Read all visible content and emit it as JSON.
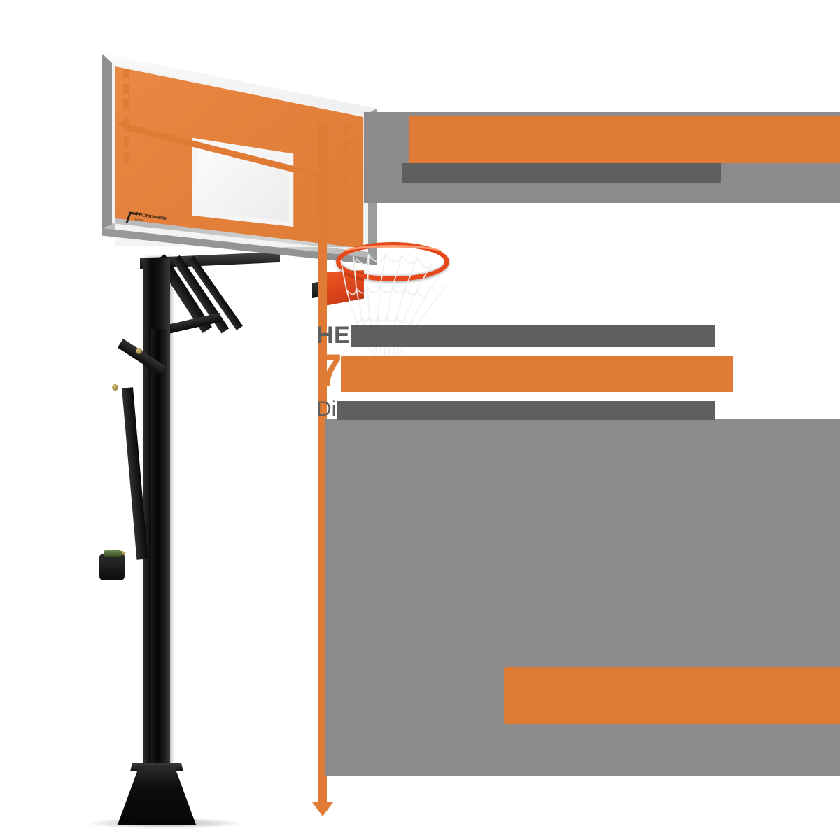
{
  "page": {
    "title": "Basketball Hoop Specification Graphic",
    "background_color": "#ffffff"
  },
  "colors": {
    "accent_orange": "#e07b36",
    "glass_orange": "#e4813c",
    "rim_orange": "#e4481b",
    "text_gray": "#5e6060",
    "backdrop_gray": "#8c8a8a",
    "frame_silver": "#cfcfcf",
    "pole_black": "#0d0d0d"
  },
  "product": {
    "name": "in-ground-basketball-hoop",
    "backboard": {
      "name": "tempered-glass-backboard",
      "brand_logo": {
        "primary": "PROformance",
        "secondary": "hoops"
      },
      "shooters_square": "shooters-square"
    },
    "rim": "breakaway-rim",
    "net": "nylon-net",
    "pole": "square-steel-pole",
    "brace": "diagonal-support-brace",
    "crank": "height-adjustment-crank",
    "base": "ground-anchor-base-cover"
  },
  "dimension_overlay": {
    "width_measure": "backboard-width-arrow",
    "height_measure": "rim-height-vertical-line",
    "tick_marks": "dashed-measure-ticks"
  },
  "headline": {
    "title_redacted": "",
    "subtitle_redacted": ""
  },
  "spec": {
    "label_visible": "HE",
    "label_redacted": "",
    "value_visible": "7",
    "value_redacted": "",
    "desc_visible": "Di",
    "desc_redacted": ""
  },
  "body": {
    "block_redacted": "",
    "callout_redacted": ""
  }
}
